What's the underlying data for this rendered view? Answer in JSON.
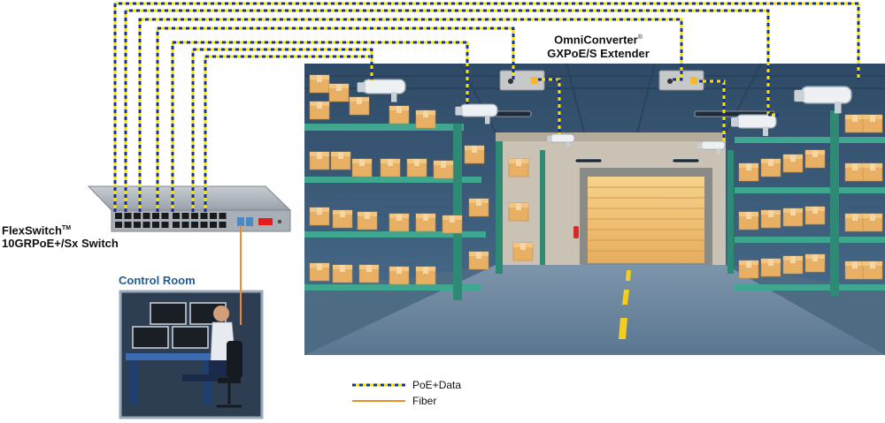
{
  "switch": {
    "brand": "FlexSwitch",
    "tm": "TM",
    "model": "10GRPoE+/Sx Switch"
  },
  "extender": {
    "brand": "OmniConverter",
    "reg": "®",
    "model": "GXPoE/S Extender"
  },
  "control_room": {
    "label": "Control Room"
  },
  "legend": {
    "poe_label": "PoE+Data",
    "fiber_label": "Fiber"
  },
  "colors": {
    "poe_yellow": "#f2e600",
    "poe_blue": "#1a2f9c",
    "fiber": "#f08a24",
    "control_title": "#1e5c9a",
    "warehouse_wall": "#3d5f7f",
    "shelf_green": "#3fa68f",
    "box": "#e8b064",
    "floor": "#5f7d96"
  }
}
